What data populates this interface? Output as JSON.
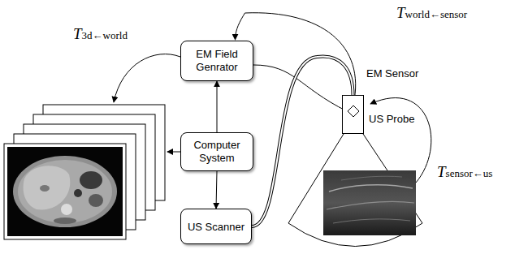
{
  "diagram": {
    "nodes": [
      {
        "text": [
          "EM Field Genrator"
        ]
      },
      {
        "text": [
          "Computer System"
        ]
      },
      {
        "text": [
          "US Scanner"
        ]
      },
      {
        "text": [
          "US Probe"
        ]
      },
      {
        "text": [
          "EM Sensor"
        ],
        "in": 3
      }
    ],
    "edges": [
      {
        "from": 1,
        "to": 0,
        "arrow": "to"
      },
      {
        "from": 1,
        "to": 2,
        "arrow": "to"
      },
      {
        "from": 0,
        "to": 4,
        "arrow": "none"
      },
      {
        "from": 2,
        "to": 3,
        "arrow": "none"
      },
      {
        "from": 4,
        "to": 0,
        "arrow": "to",
        "label": "Tworld←sensor"
      }
    ],
    "labels": [
      "T3d←world",
      "Tsensor←us"
    ]
  }
}
